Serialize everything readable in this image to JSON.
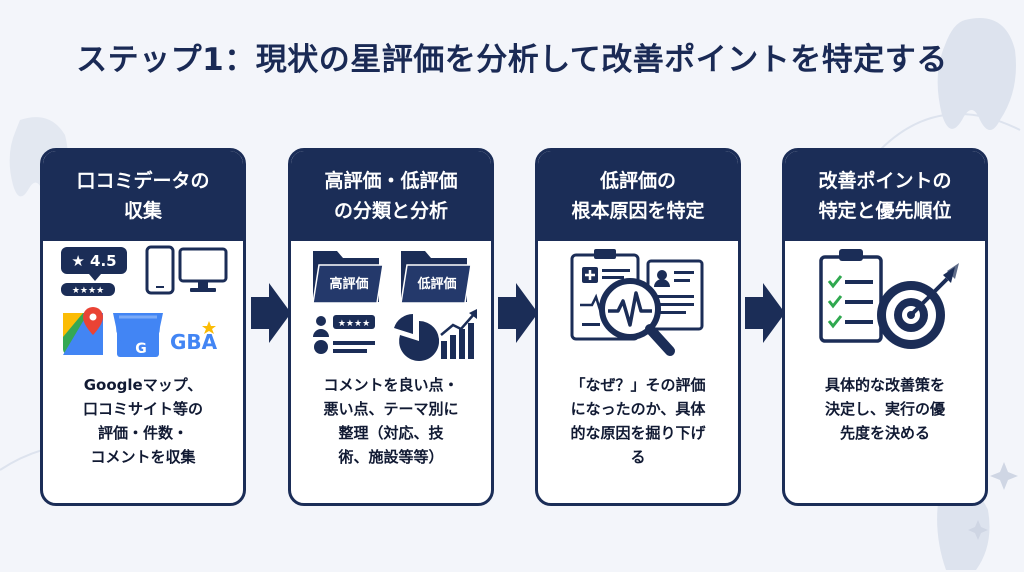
{
  "title": "ステップ1：現状の星評価を分析して改善ポイントを特定する",
  "steps": [
    {
      "heading": [
        "口コミデータの",
        "収集"
      ],
      "body": [
        "Googleマップ、",
        "口コミサイト等の",
        "評価・件数・",
        "コメントを収集"
      ],
      "icons": [
        "star-rating-badge",
        "smartphone-icon",
        "monitor-icon",
        "google-maps-icon",
        "google-business-icon",
        "gba-logo"
      ],
      "rating": "★ 4.5",
      "logo_text": "GBA"
    },
    {
      "heading": [
        "高評価・低評価",
        "の分類と分析"
      ],
      "body": [
        "コメントを良い点・",
        "悪い点、テーマ別に",
        "整理（対応、技",
        "術、施設等等）"
      ],
      "icons": [
        "folder-icon",
        "folder-icon",
        "user-rating-icon",
        "pie-chart-icon",
        "bar-chart-icon"
      ],
      "folder_labels": [
        "高評価",
        "低評価"
      ]
    },
    {
      "heading": [
        "低評価の",
        "根本原因を特定"
      ],
      "body": [
        "「なぜ？」その評価",
        "になったのか、具体",
        "的な原因を掘り下げ",
        "る"
      ],
      "icons": [
        "medical-chart-icon",
        "magnifier-icon",
        "profile-document-icon"
      ]
    },
    {
      "heading": [
        "改善ポイントの",
        "特定と優先順位"
      ],
      "body": [
        "具体的な改善策を",
        "決定し、実行の優",
        "先度を決める"
      ],
      "icons": [
        "checklist-icon",
        "target-icon"
      ]
    }
  ],
  "colors": {
    "navy": "#1b2d57",
    "accent": "#e23b3b",
    "background": "#f3f5fa"
  }
}
